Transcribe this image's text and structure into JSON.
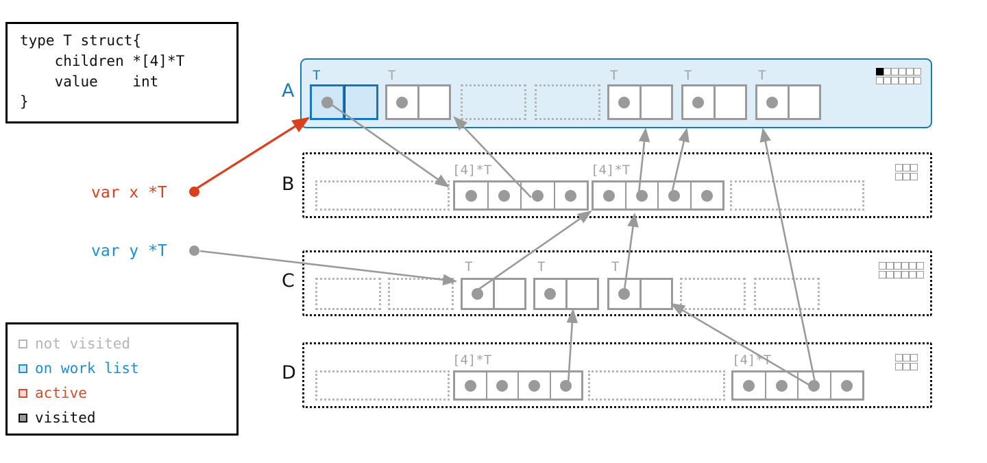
{
  "code_box": {
    "name": "go-struct-definition",
    "text": "type T struct{\n    children *[4]*T\n    value    int\n}"
  },
  "legend": {
    "title": "object-state-legend",
    "items": [
      {
        "label": "not visited",
        "color": "#b5b5b5",
        "fill": "#ffffff"
      },
      {
        "label": "on work list",
        "color": "#1a8fd1",
        "fill": "#cfe7f7"
      },
      {
        "label": "active",
        "color": "#d94a2b",
        "fill": "#fbdcd4"
      },
      {
        "label": "visited",
        "color": "#111111",
        "fill": "#9a9a9a"
      }
    ]
  },
  "variables": [
    {
      "name": "var-x",
      "label": "var x *T",
      "color": "#d9401e",
      "dot_color": "#d9401e"
    },
    {
      "name": "var-y",
      "label": "var y *T",
      "color": "#1a8fd1",
      "dot_color": "#9a9a9a"
    }
  ],
  "colors": {
    "work_list_blue": "#1277bd",
    "work_list_fill": "#cfe7f7",
    "active_red": "#d9401e",
    "span_active_bg": "#ddeef9",
    "span_active_border": "#1a7ab5",
    "object_gray": "#9a9a9a",
    "placeholder_gray": "#b6b6b6",
    "label_gray": "#a3a3a3"
  },
  "spans": [
    {
      "id": "A",
      "letter": "A",
      "letter_color": "#1a7ab5",
      "style": "active",
      "bitmap": {
        "rows": 2,
        "cols": 6,
        "filled": [
          [
            0,
            0
          ]
        ]
      },
      "type_label": "T",
      "slots": [
        {
          "kind": "object",
          "state": "on-work-list",
          "type_label": "T",
          "type_label_color": "blue",
          "has_pointer": true
        },
        {
          "kind": "object",
          "state": "not-visited",
          "type_label": "T",
          "has_pointer": true
        },
        {
          "kind": "free"
        },
        {
          "kind": "free"
        },
        {
          "kind": "object",
          "state": "not-visited",
          "type_label": "T",
          "has_pointer": true
        },
        {
          "kind": "object",
          "state": "not-visited",
          "type_label": "T",
          "has_pointer": true
        },
        {
          "kind": "object",
          "state": "not-visited",
          "type_label": "T",
          "has_pointer": true
        }
      ]
    },
    {
      "id": "B",
      "letter": "B",
      "letter_color": "#111111",
      "style": "dashed",
      "bitmap": {
        "rows": 2,
        "cols": 3,
        "filled": []
      },
      "type_label": "[4]*T",
      "slots": [
        {
          "kind": "free"
        },
        {
          "kind": "array",
          "type_label": "[4]*T",
          "cells": 4,
          "pointers": [
            true,
            true,
            true,
            true
          ]
        },
        {
          "kind": "array",
          "type_label": "[4]*T",
          "cells": 4,
          "pointers": [
            true,
            true,
            true,
            true
          ]
        },
        {
          "kind": "free"
        }
      ]
    },
    {
      "id": "C",
      "letter": "C",
      "letter_color": "#111111",
      "style": "dashed",
      "bitmap": {
        "rows": 2,
        "cols": 6,
        "filled": []
      },
      "type_label": "T",
      "slots": [
        {
          "kind": "free"
        },
        {
          "kind": "free"
        },
        {
          "kind": "object",
          "state": "not-visited",
          "type_label": "T",
          "has_pointer": true
        },
        {
          "kind": "object",
          "state": "not-visited",
          "type_label": "T",
          "has_pointer": true
        },
        {
          "kind": "object",
          "state": "not-visited",
          "type_label": "T",
          "has_pointer": true
        },
        {
          "kind": "free"
        },
        {
          "kind": "free"
        }
      ]
    },
    {
      "id": "D",
      "letter": "D",
      "letter_color": "#111111",
      "style": "dashed",
      "bitmap": {
        "rows": 2,
        "cols": 3,
        "filled": []
      },
      "type_label": "[4]*T",
      "slots": [
        {
          "kind": "free"
        },
        {
          "kind": "array",
          "type_label": "[4]*T",
          "cells": 4,
          "pointers": [
            true,
            true,
            true,
            true
          ]
        },
        {
          "kind": "free"
        },
        {
          "kind": "array",
          "type_label": "[4]*T",
          "cells": 4,
          "pointers": [
            true,
            true,
            true,
            true
          ]
        }
      ]
    }
  ],
  "pointer_edges": [
    {
      "from": "var-x",
      "to": "A-slot-0",
      "color": "#d9401e"
    },
    {
      "from": "var-y",
      "to": "C-slot-2",
      "color": "#9a9a9a"
    },
    {
      "from": "A-slot-0",
      "to": "B-array-1",
      "color": "#9a9a9a"
    },
    {
      "from": "B-array-1-cell-2",
      "to": "A-slot-1",
      "color": "#9a9a9a"
    },
    {
      "from": "B-array-2-cell-1",
      "to": "A-slot-4",
      "color": "#9a9a9a"
    },
    {
      "from": "B-array-2-cell-2",
      "to": "A-slot-5",
      "color": "#9a9a9a"
    },
    {
      "from": "B-array-2-cell-3",
      "to": "A-slot-6",
      "color": "#9a9a9a"
    },
    {
      "from": "C-slot-2",
      "to": "B-array-2",
      "color": "#9a9a9a"
    },
    {
      "from": "C-slot-4",
      "to": "B-array-2",
      "color": "#9a9a9a"
    },
    {
      "from": "D-array-1-cell-3",
      "to": "C-slot-3",
      "color": "#9a9a9a"
    },
    {
      "from": "D-array-3-cell-2",
      "to": "C-slot-4",
      "color": "#9a9a9a"
    },
    {
      "from": "D-array-3-cell-3",
      "to": "A-slot-6",
      "color": "#9a9a9a"
    }
  ]
}
